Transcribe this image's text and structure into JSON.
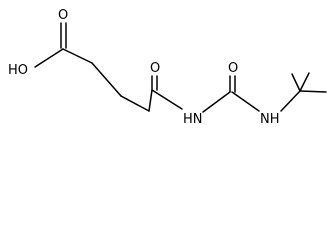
{
  "labels": {
    "hydroxyl": "HO",
    "oxygen_acid_carbonyl": "O",
    "oxygen_amide_carbonyl": "O",
    "oxygen_urea_carbonyl": "O",
    "nh_imide": "HN",
    "nh_tbutyl": "NH"
  },
  "colors": {
    "bond": "#000000",
    "text": "#000000",
    "background": "#ffffff"
  }
}
